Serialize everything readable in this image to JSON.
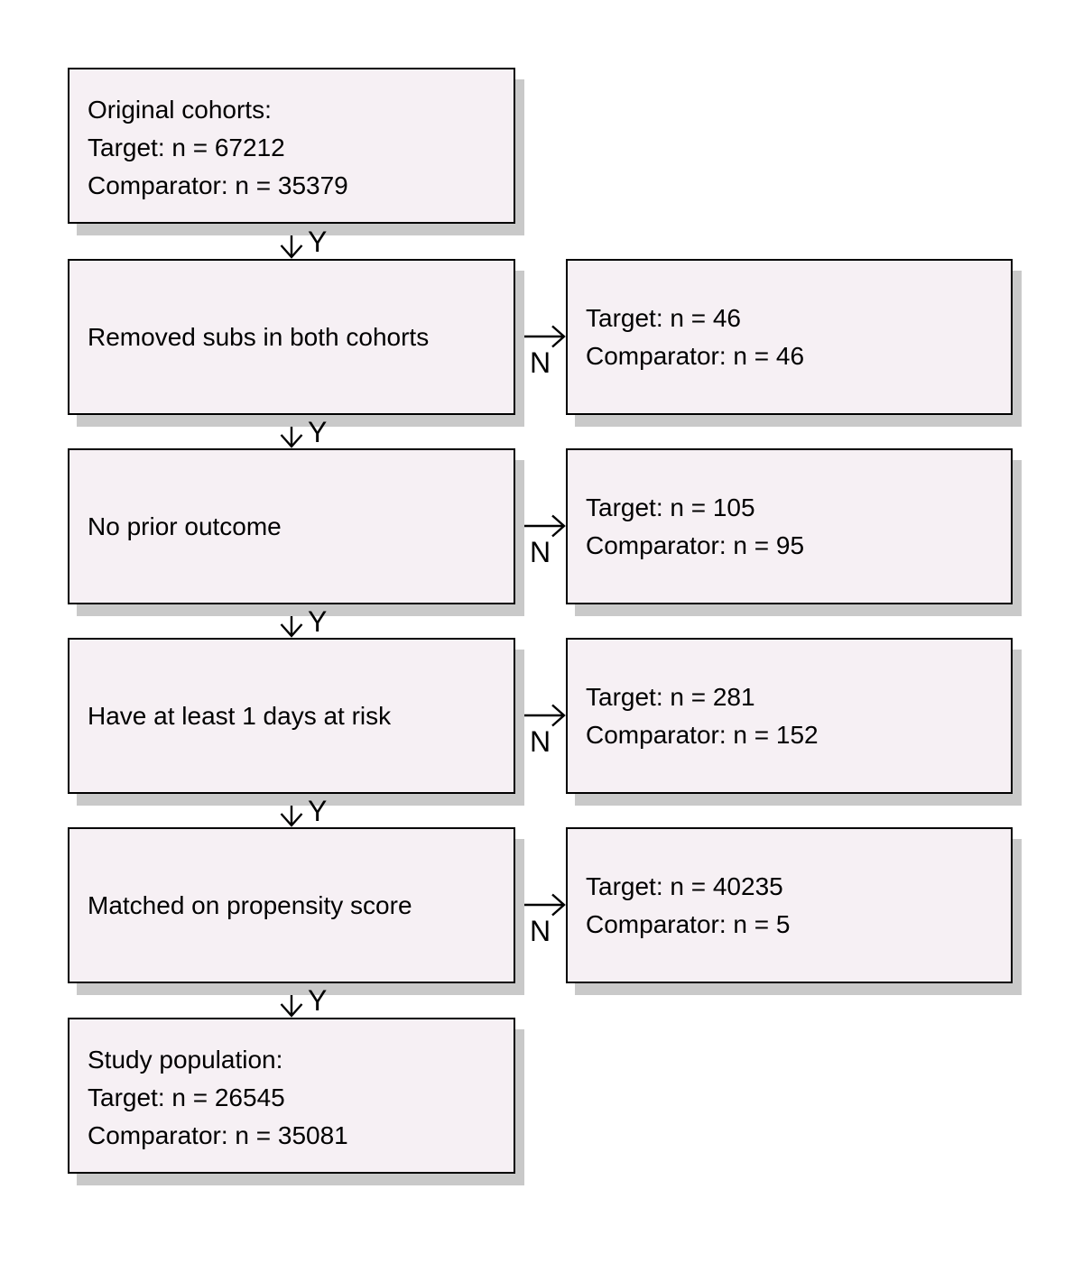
{
  "diagram": {
    "kind": "cohort-attrition-flowchart",
    "branch_labels": {
      "yes": "Y",
      "no": "N"
    },
    "colors": {
      "background": "#ffffff",
      "box_fill": "#f6f0f4",
      "box_border": "#000000",
      "box_shadow": "#c9c9c9",
      "text": "#000000",
      "arrow": "#000000"
    },
    "main_boxes": [
      {
        "id": "original-cohorts",
        "lines": [
          "Original cohorts:",
          "Target: n = 67212",
          "Comparator: n = 35379"
        ]
      },
      {
        "id": "removed-subs",
        "lines": [
          "Removed subs in both cohorts"
        ]
      },
      {
        "id": "no-prior-outcome",
        "lines": [
          "No prior outcome"
        ]
      },
      {
        "id": "days-at-risk",
        "lines": [
          "Have at least 1 days at risk"
        ]
      },
      {
        "id": "matched-propensity",
        "lines": [
          "Matched on propensity score"
        ]
      },
      {
        "id": "study-population",
        "lines": [
          "Study population:",
          "Target: n = 26545",
          "Comparator: n = 35081"
        ]
      }
    ],
    "excluded_boxes": [
      {
        "attached_to": "removed-subs",
        "lines": [
          "Target: n = 46",
          "Comparator: n = 46"
        ]
      },
      {
        "attached_to": "no-prior-outcome",
        "lines": [
          "Target: n = 105",
          "Comparator: n = 95"
        ]
      },
      {
        "attached_to": "days-at-risk",
        "lines": [
          "Target: n = 281",
          "Comparator: n = 152"
        ]
      },
      {
        "attached_to": "matched-propensity",
        "lines": [
          "Target: n = 40235",
          "Comparator: n = 5"
        ]
      }
    ]
  }
}
